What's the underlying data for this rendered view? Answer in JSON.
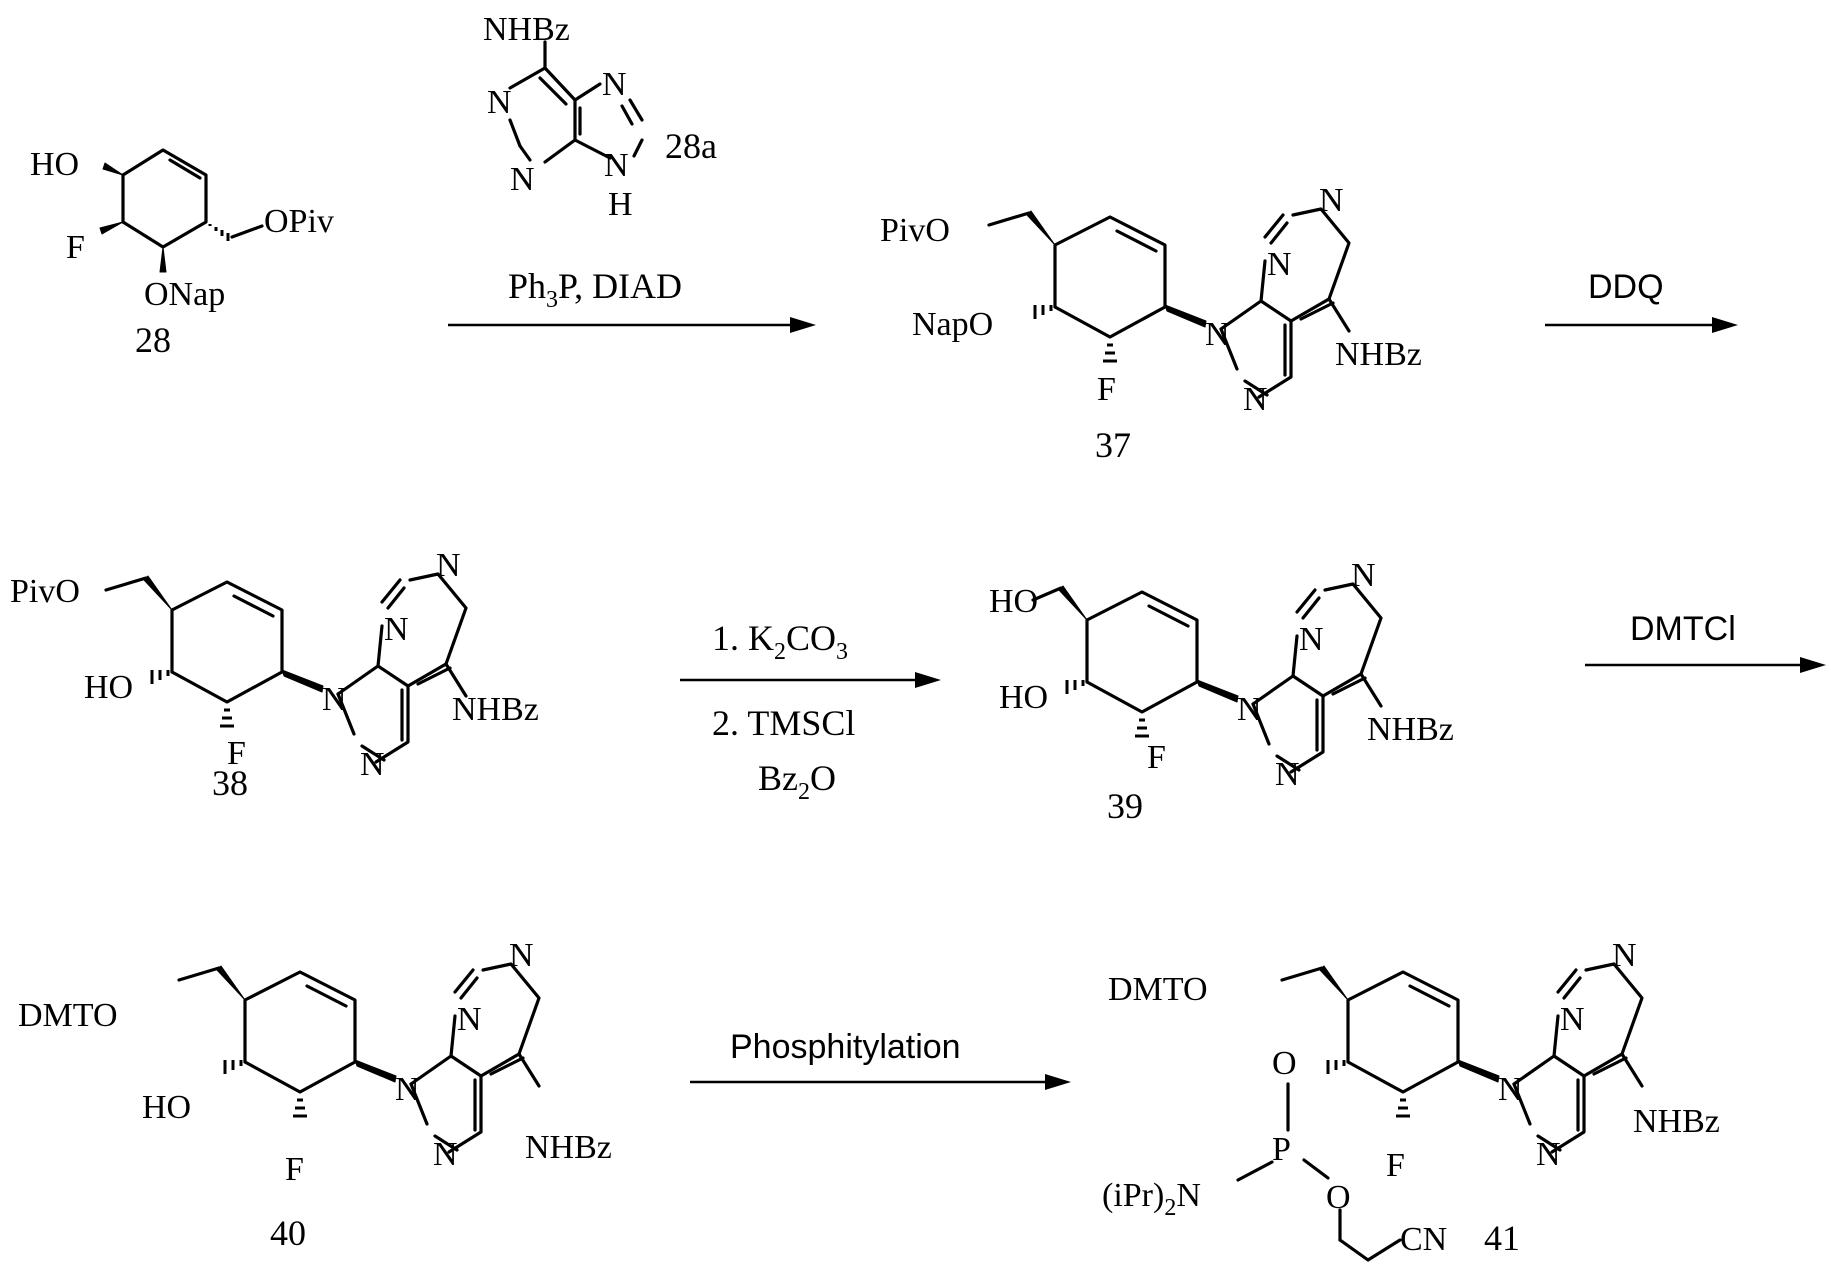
{
  "scheme": {
    "compounds": [
      {
        "id": "28",
        "label": "28",
        "substituents": [
          "HO",
          "F",
          "ONap",
          "OPiv"
        ]
      },
      {
        "id": "28a",
        "label": "28a",
        "substituents": [
          "NHBz",
          "N",
          "N",
          "N",
          "N",
          "H"
        ]
      },
      {
        "id": "37",
        "label": "37",
        "substituents": [
          "PivO",
          "NapO",
          "F",
          "NHBz"
        ]
      },
      {
        "id": "38",
        "label": "38",
        "substituents": [
          "PivO",
          "HO",
          "F",
          "NHBz"
        ]
      },
      {
        "id": "39",
        "label": "39",
        "substituents": [
          "HO",
          "HO",
          "F",
          "NHBz"
        ]
      },
      {
        "id": "40",
        "label": "40",
        "substituents": [
          "DMTO",
          "HO",
          "F",
          "NHBz"
        ]
      },
      {
        "id": "41",
        "label": "41",
        "substituents": [
          "DMTO",
          "O",
          "P",
          "O",
          "N",
          "CN",
          "F",
          "NHBz"
        ]
      }
    ],
    "atoms": {
      "N": "N",
      "H": "H"
    },
    "reagents": {
      "step1": {
        "text_a": "Ph",
        "sub_a": "3",
        "text_b": "P, DIAD"
      },
      "step2": {
        "text": "DDQ"
      },
      "step3": {
        "line1_a": "1. K",
        "line1_sub1": "2",
        "line1_b": "CO",
        "line1_sub2": "3",
        "line2": "2. TMSCl",
        "line3_a": "Bz",
        "line3_sub": "2",
        "line3_b": "O"
      },
      "step4": {
        "text": "DMTCl"
      },
      "step5": {
        "text": "Phosphitylation"
      }
    },
    "amine_41": {
      "text_a": "(iPr)",
      "sub": "2",
      "text_b": "N"
    }
  }
}
